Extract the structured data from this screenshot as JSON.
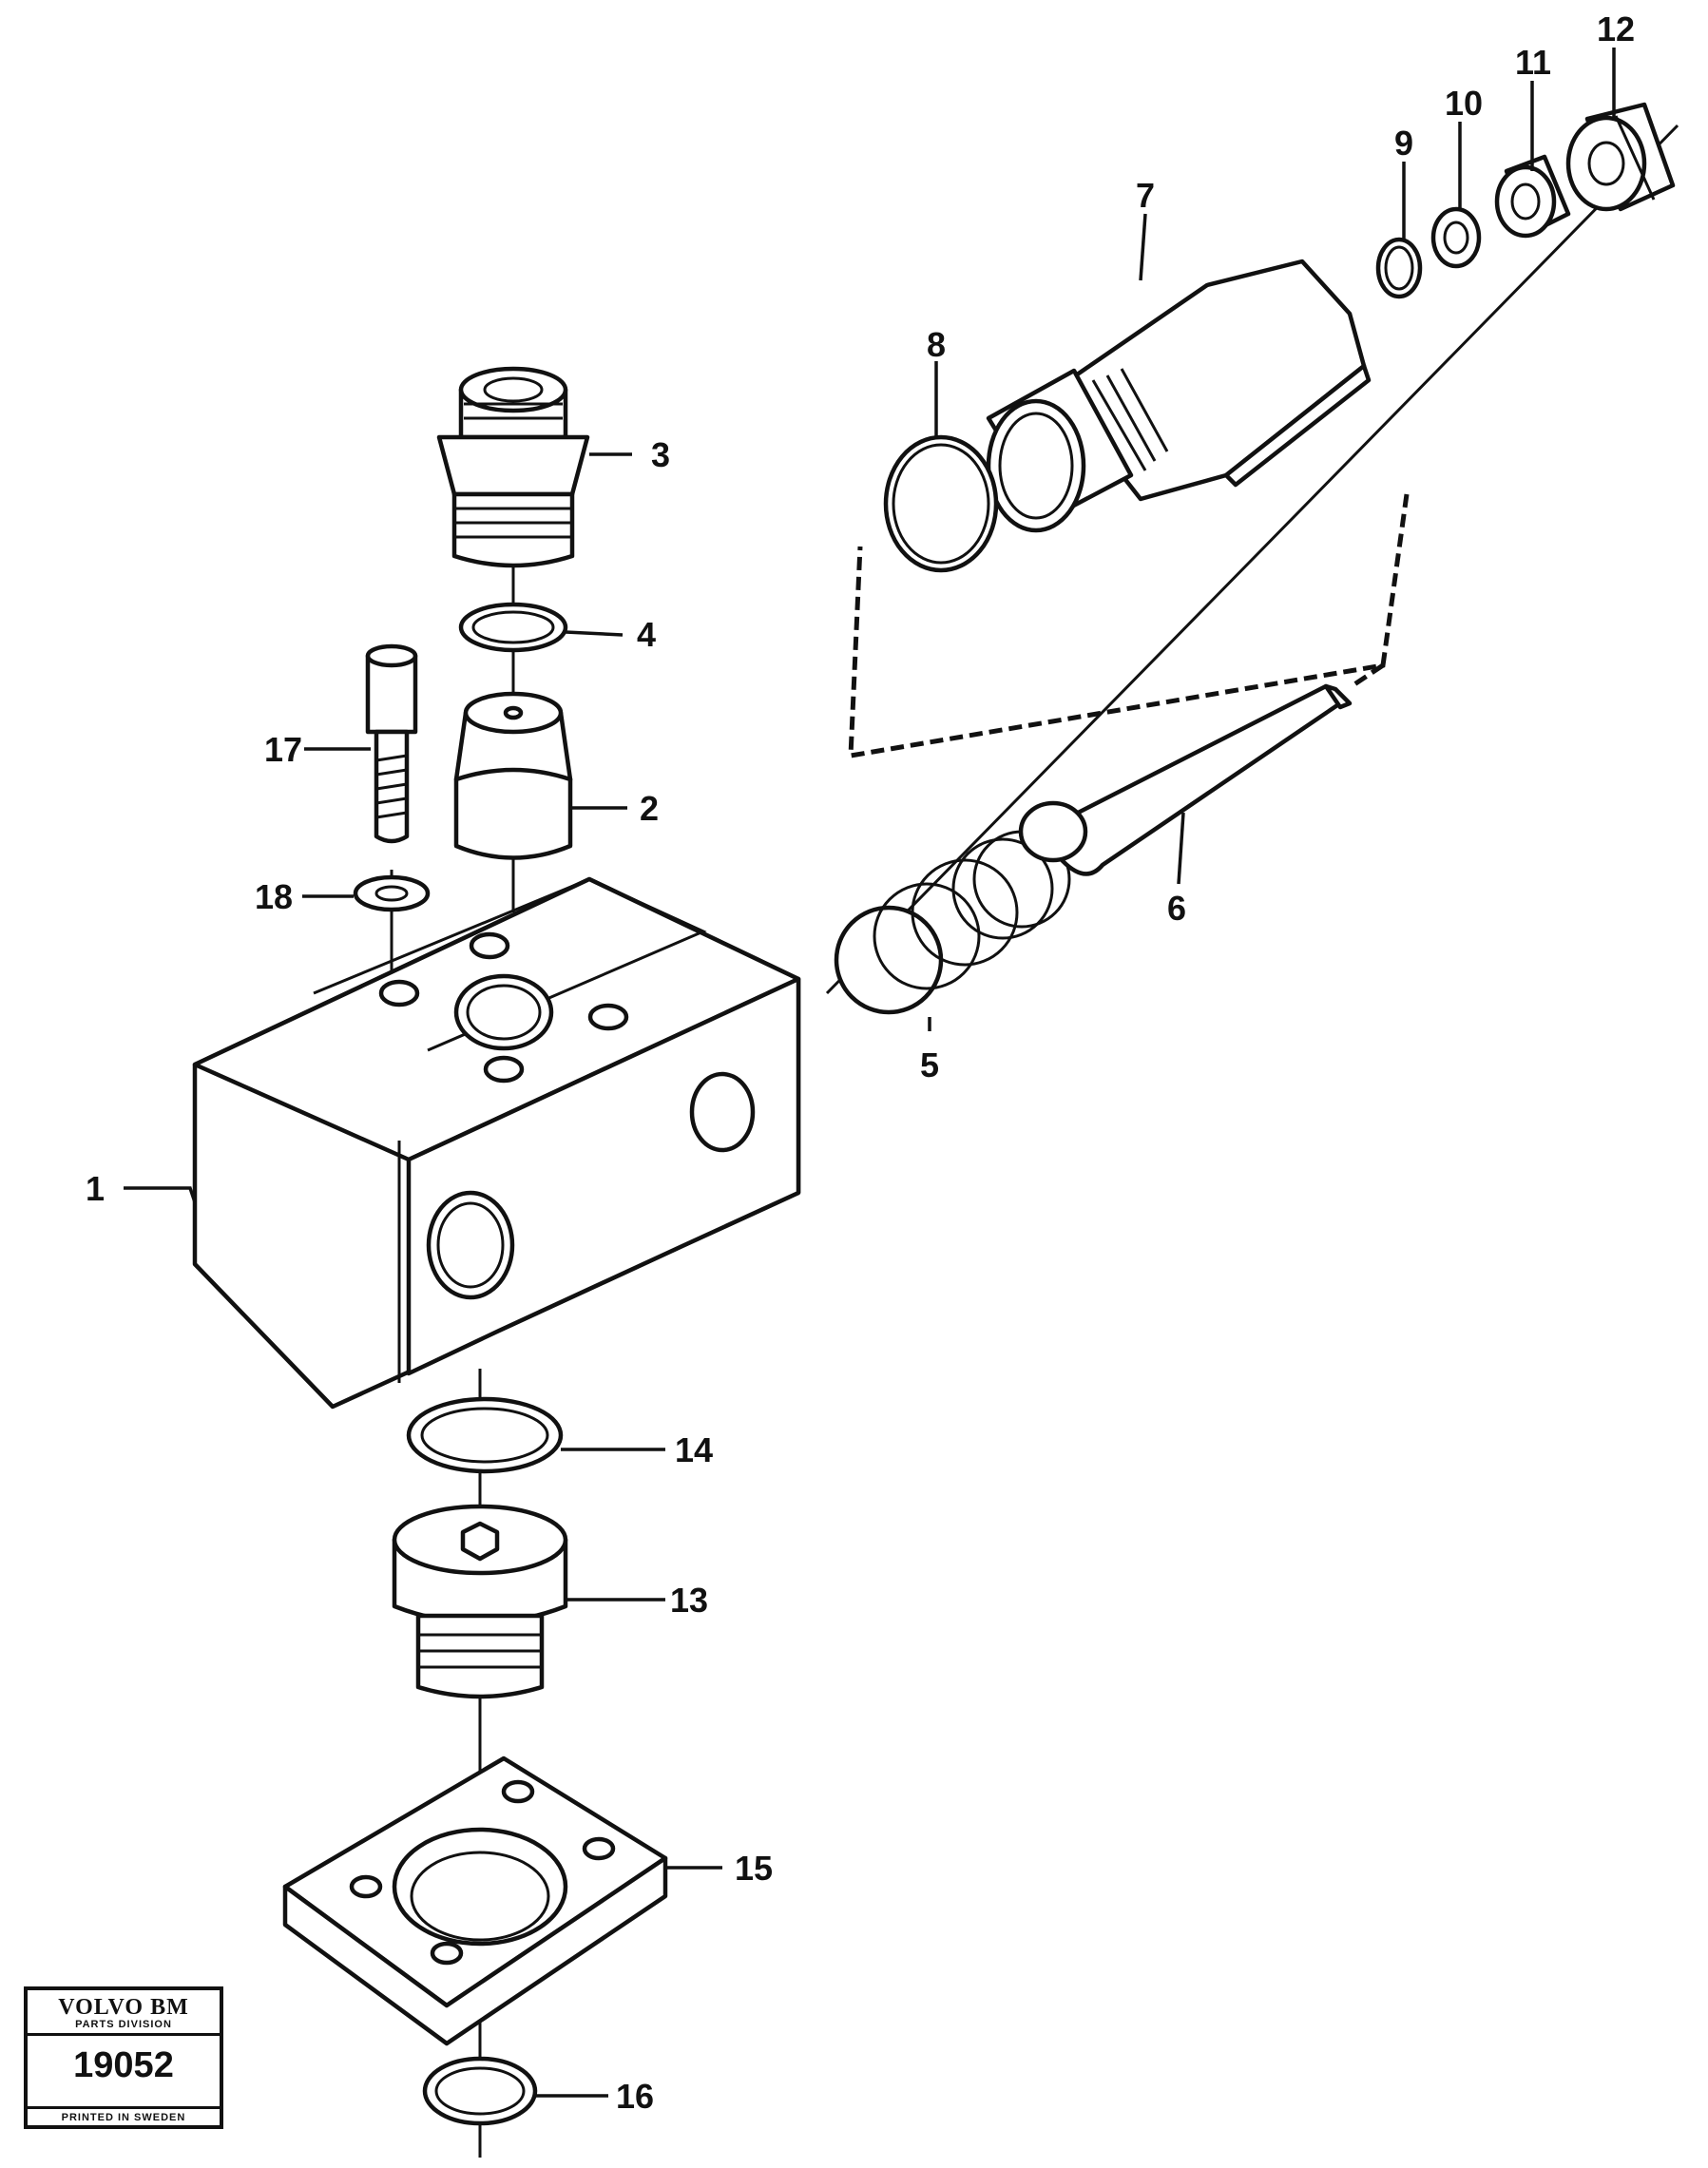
{
  "diagram": {
    "callouts": [
      "1",
      "2",
      "3",
      "4",
      "5",
      "6",
      "7",
      "8",
      "9",
      "10",
      "11",
      "12",
      "13",
      "14",
      "15",
      "16",
      "17",
      "18"
    ]
  },
  "stamp": {
    "brand": "VOLVO BM",
    "division": "PARTS DIVISION",
    "number": "19052",
    "printed": "PRINTED IN SWEDEN"
  }
}
